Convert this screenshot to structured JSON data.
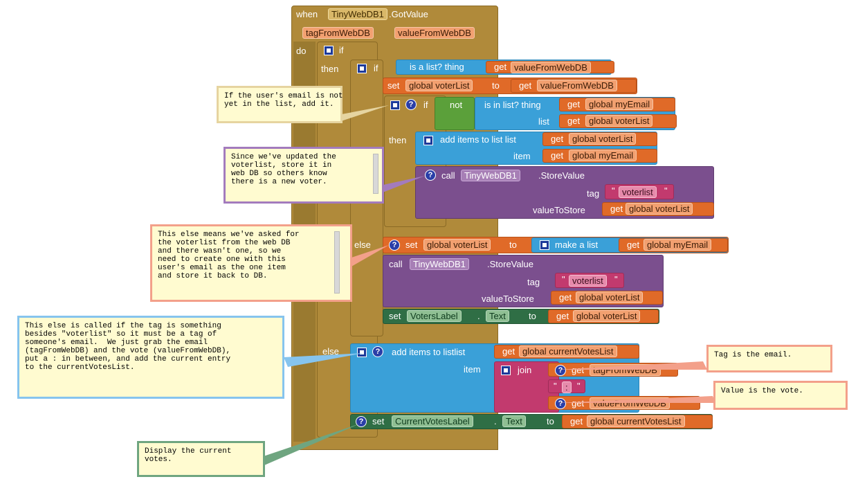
{
  "event": {
    "when": "when",
    "component": "TinyWebDB1",
    "event_name": ".GotValue",
    "params": [
      "tagFromWebDB",
      "valueFromWebDB"
    ],
    "do": "do"
  },
  "keywords": {
    "if": "if",
    "then": "then",
    "else": "else",
    "to": "to",
    "set": "set",
    "get": "get",
    "not": "not",
    "call": "call",
    "dot": ".",
    "quote": "\""
  },
  "blocks": {
    "is_list": "is a list? thing",
    "value_from_webdb": "valueFromWebDB",
    "tag_from_webdb": "tagFromWebDB",
    "global_voterlist": "global voterList",
    "global_myemail": "global myEmail",
    "global_currentvoteslist": "global currentVotesList",
    "is_in_list": "is in list? thing",
    "list": "list",
    "add_items": "add items to list list",
    "add_items_listlist": "add items to listlist",
    "item": "item",
    "store_value": ".StoreValue",
    "tinywebdb": "TinyWebDB1",
    "tag": "tag",
    "voterlist_text": "voterlist",
    "value_to_store": "valueToStore",
    "make_a_list": "make a list",
    "voters_label": "VotersLabel",
    "text_prop": "Text",
    "join": "join",
    "colon": ":",
    "current_votes_label": "CurrentVotesLabel"
  },
  "comments": {
    "email_not_in_list": "If the user's email is not\nyet in the list, add it.",
    "updated_voterlist": "Since we've updated the\nvoterlist, store it in\nweb DB so others know\nthere is a new voter.",
    "else_no_voterlist": "This else means we've asked for\nthe voterlist from the web DB\nand there wasn't one, so we\nneed to create one with this\nuser's email as the one item\nand store it back to DB.",
    "else_tag_email": "This else is called if the tag is something\nbesides \"voterlist\" so it must be a tag of\nsomeone's email.  We just grab the email\n(tagFromWebDB) and the vote (valueFromWebDB),\nput a : in between, and add the current entry\nto the currentVotesList.",
    "tag_is_email": "Tag is the email.",
    "value_is_vote": "Value is the vote.",
    "display_votes": "Display the current\nvotes."
  },
  "colors": {
    "event": "#b08a3a",
    "control": "#3aa0d8",
    "variable": "#e06a28",
    "procedure": "#7b4f8e",
    "logic": "#5ba03a",
    "component_setter": "#2f6e45",
    "text": "#c23a6e",
    "comment_bg": "#fffbd0"
  }
}
